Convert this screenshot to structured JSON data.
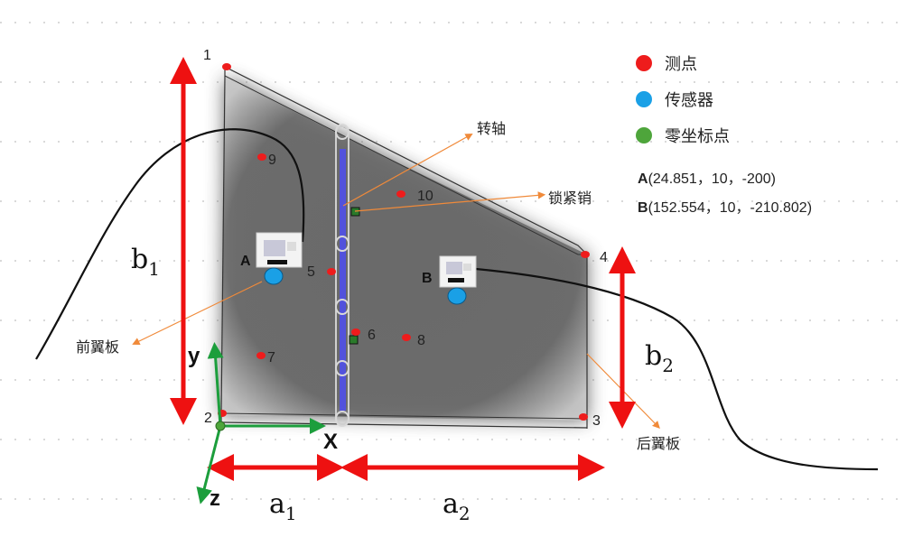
{
  "legend": {
    "measure_point": {
      "label": "测点",
      "color": "#ee1c1c"
    },
    "sensor": {
      "label": "传感器",
      "color": "#1aa0e6"
    },
    "zero_point": {
      "label": "零坐标点",
      "color": "#4ea53b"
    }
  },
  "sensor_coords": {
    "a": {
      "name": "A",
      "value": "(24.851，10，-200)"
    },
    "b": {
      "name": "B",
      "value": "(152.554，10，-210.802)"
    }
  },
  "labels": {
    "shaft": "转轴",
    "lock_pin": "锁紧销",
    "front_flap": "前翼板",
    "rear_flap": "后翼板",
    "sensor_a": "A",
    "sensor_b": "B",
    "axis_x": "X",
    "axis_y": "y",
    "axis_z": "z",
    "dim_a1_main": "a",
    "dim_a1_sub": "1",
    "dim_a2_main": "a",
    "dim_a2_sub": "2",
    "dim_b1_main": "b",
    "dim_b1_sub": "1",
    "dim_b2_main": "b",
    "dim_b2_sub": "2"
  },
  "points": [
    "1",
    "2",
    "3",
    "4",
    "5",
    "6",
    "7",
    "8",
    "9",
    "10"
  ],
  "colors": {
    "dimension_arrow": "#ee1111",
    "axis": "#1c9e3c",
    "annotation_line": "#f08a3a",
    "panel_fill": "#6e6e6e",
    "shaft": "#4d4df0"
  }
}
